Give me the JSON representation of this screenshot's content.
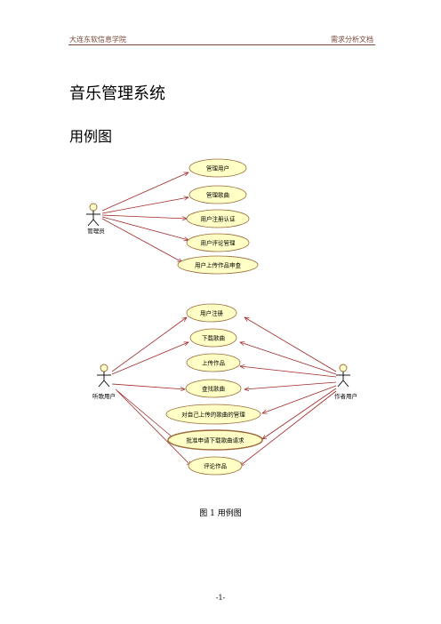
{
  "header": {
    "left": "大连东软信息学院",
    "right": "需求分析文档"
  },
  "document": {
    "title": "音乐管理系统",
    "section": "用例图",
    "caption": "图 1 用例图",
    "page_number": "-1-"
  },
  "diagram1": {
    "actor": "管理员",
    "use_cases": [
      "管理用户",
      "管理歌曲",
      "用户注册认证",
      "用户评论管理",
      "用户上传作品审查"
    ]
  },
  "diagram2": {
    "actor_left": "听歌用户",
    "actor_right": "作者用户",
    "use_cases": [
      "用户注册",
      "下载歌曲",
      "上传作品",
      "查找歌曲",
      "对自己上传的歌曲的管理",
      "批准申请下载歌曲请求",
      "评论作品"
    ]
  },
  "colors": {
    "use_case_fill": "#ffffc6",
    "use_case_stroke": "#9a6a3a",
    "association": "#a02828",
    "header_text": "#7a4a3a"
  }
}
